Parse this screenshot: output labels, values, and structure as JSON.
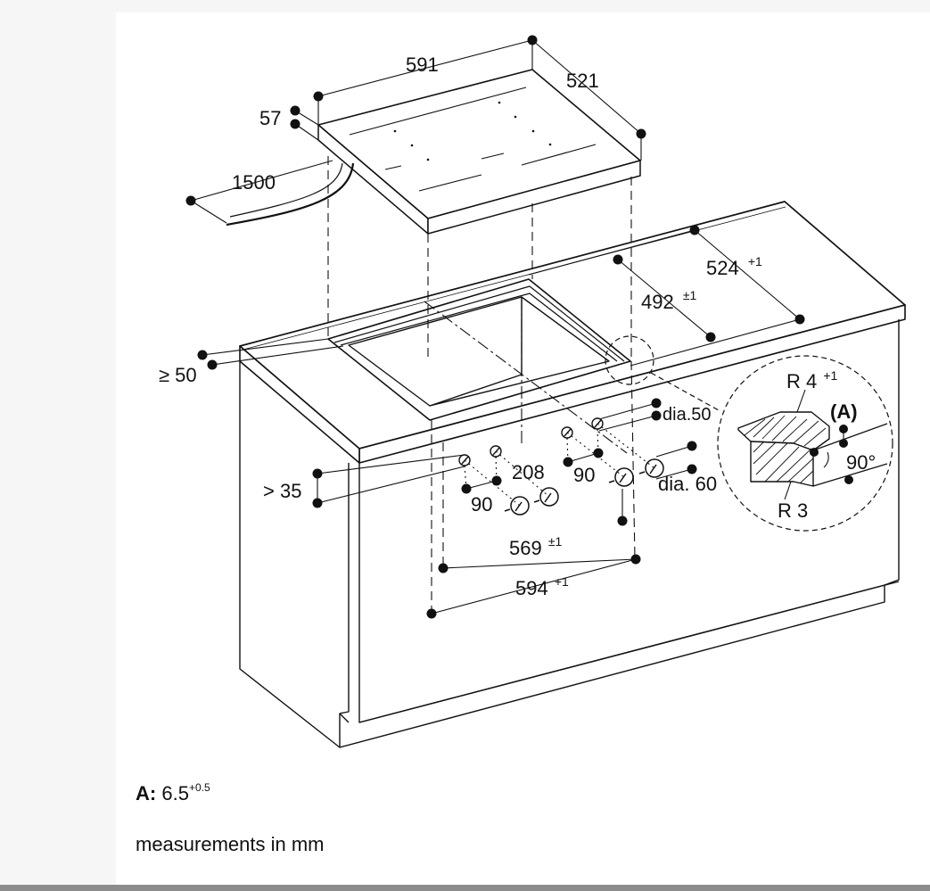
{
  "dimensions": {
    "cooktop_width": "591",
    "cooktop_depth": "521",
    "cooktop_height": "57",
    "cable_length": "1500",
    "cutout_depth_value": "524",
    "cutout_depth_tol": "+1",
    "inner_depth_value": "492",
    "inner_depth_tol": "±1",
    "front_edge_min": "≥ 50",
    "top_clearance": "> 35",
    "knob_hole_dia_small": "dia.50",
    "knob_spacing_208": "208",
    "knob_spacing_90_left": "90",
    "knob_spacing_90_right": "90",
    "knob_hole_dia_large": "dia. 60",
    "inner_width_value": "569",
    "inner_width_tol": "±1",
    "cutout_width_value": "594",
    "cutout_width_tol": "+1"
  },
  "detail": {
    "radius_top_value": "R 4",
    "radius_top_tol": "+1",
    "label_a": "(A)",
    "angle": "90°",
    "radius_bottom": "R 3"
  },
  "notes": {
    "a_label": "A:",
    "a_value": "6.5",
    "a_tolerance": "+0.5",
    "units": "measurements in mm"
  }
}
